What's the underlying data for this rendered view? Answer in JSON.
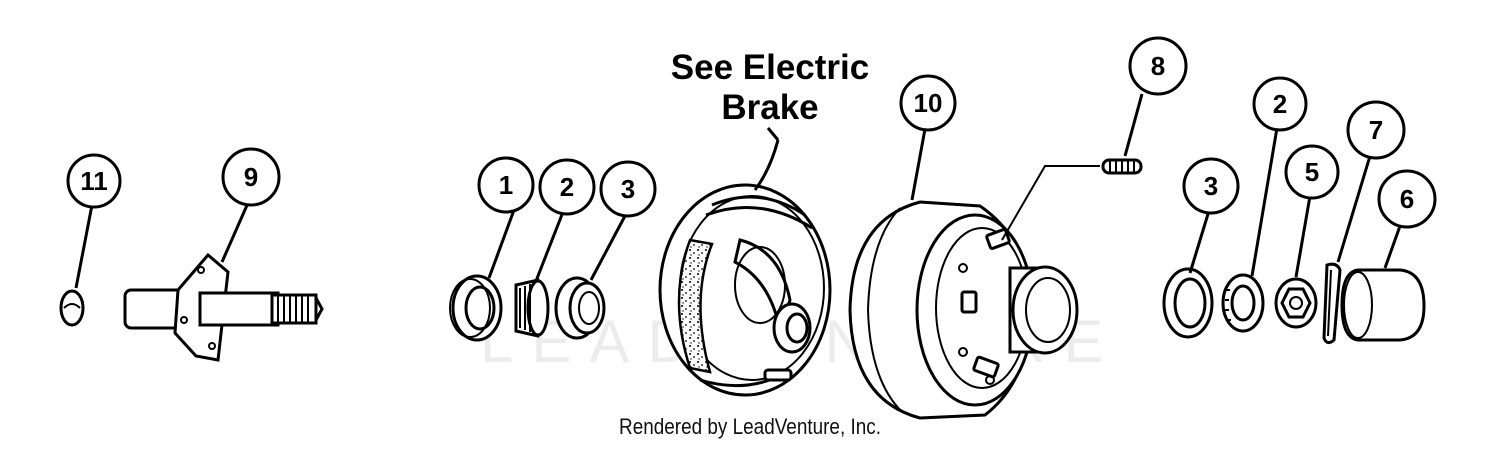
{
  "diagram": {
    "brake_note_line1": "See Electric",
    "brake_note_line2": "Brake",
    "credit": "Rendered by LeadVenture, Inc.",
    "watermark": "LEADVENTURE",
    "callouts": [
      {
        "id": "c11",
        "num": "11"
      },
      {
        "id": "c9",
        "num": "9"
      },
      {
        "id": "c1",
        "num": "1"
      },
      {
        "id": "c2a",
        "num": "2"
      },
      {
        "id": "c3a",
        "num": "3"
      },
      {
        "id": "c10",
        "num": "10"
      },
      {
        "id": "c8",
        "num": "8"
      },
      {
        "id": "c3b",
        "num": "3"
      },
      {
        "id": "c2b",
        "num": "2"
      },
      {
        "id": "c5",
        "num": "5"
      },
      {
        "id": "c7",
        "num": "7"
      },
      {
        "id": "c6",
        "num": "6"
      }
    ]
  }
}
